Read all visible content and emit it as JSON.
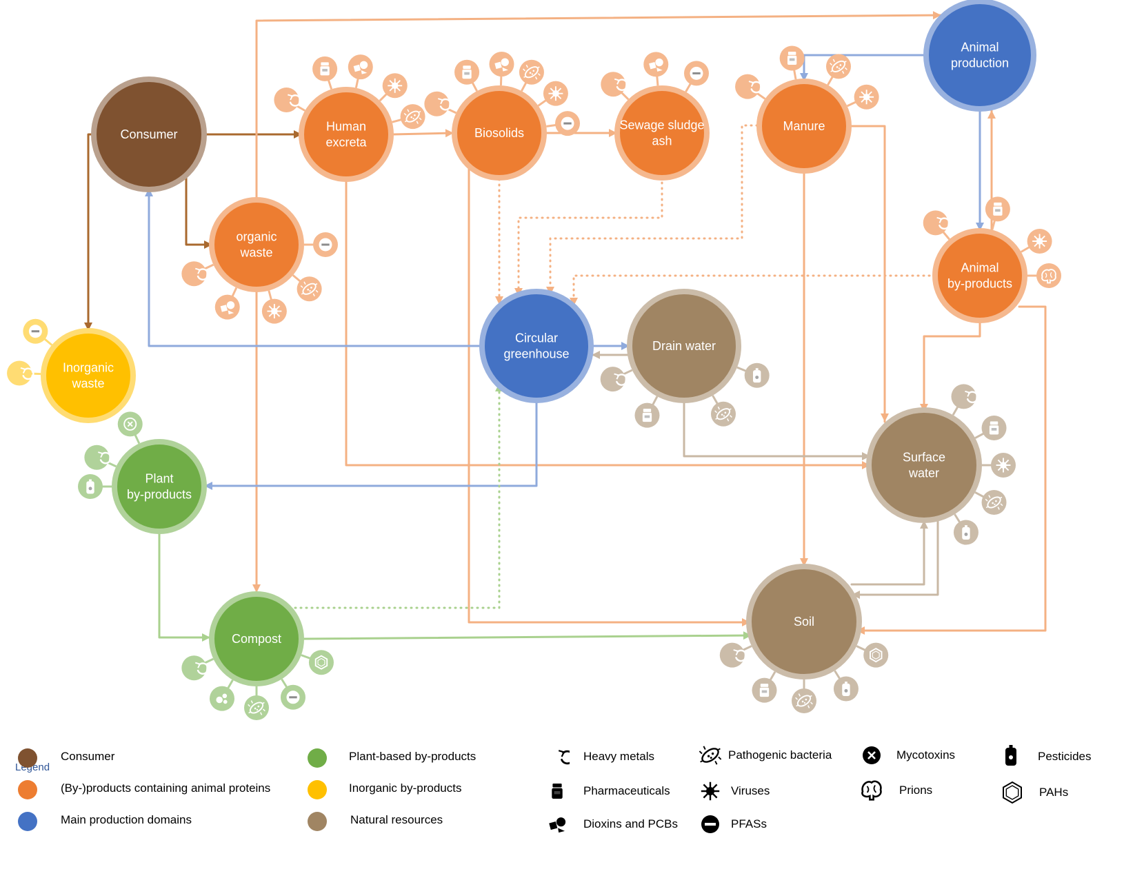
{
  "colors": {
    "consumer": "#7f5230",
    "animal": "#ed7d31",
    "main": "#4472c4",
    "plant": "#70ad47",
    "inorganic": "#ffc000",
    "natural": "#a08563",
    "arrow_orange": "#f4b183",
    "arrow_blue": "#8faadc",
    "arrow_brown": "#a9692e",
    "arrow_green": "#a9d18e",
    "arrow_tan": "#c9b8a4"
  },
  "nodes": {
    "consumer": "Consumer",
    "human_excreta": "Human excreta",
    "biosolids": "Biosolids",
    "sewage_sludge_ash": "Sewage sludge ash",
    "manure": "Manure",
    "animal_production": "Animal production",
    "organic_waste": "organic waste",
    "animal_by_products": "Animal by-products",
    "inorganic_waste": "Inorganic waste",
    "circular_greenhouse": "Circular greenhouse",
    "drain_water": "Drain water",
    "plant_by_products": "Plant by-products",
    "surface_water": "Surface water",
    "compost": "Compost",
    "soil": "Soil"
  },
  "legend": {
    "title": "Legend",
    "categories": [
      {
        "label": "Consumer",
        "color": "#7f5230"
      },
      {
        "label": "(By-)products containing animal proteins",
        "color": "#ed7d31"
      },
      {
        "label": "Main production domains",
        "color": "#4472c4"
      },
      {
        "label": "Plant-based by-products",
        "color": "#70ad47"
      },
      {
        "label": "Inorganic by-products",
        "color": "#ffc000"
      },
      {
        "label": "Natural resources",
        "color": "#a08563"
      }
    ],
    "contaminants": [
      {
        "label": "Heavy metals",
        "icon": "heavy-metals-icon"
      },
      {
        "label": "Pharmaceuticals",
        "icon": "pharmaceuticals-icon"
      },
      {
        "label": "Dioxins and PCBs",
        "icon": "dioxins-icon"
      },
      {
        "label": "Pathogenic bacteria",
        "icon": "bacteria-icon"
      },
      {
        "label": "Viruses",
        "icon": "virus-icon"
      },
      {
        "label": "PFASs",
        "icon": "pfas-icon"
      },
      {
        "label": "Mycotoxins",
        "icon": "mycotoxin-icon"
      },
      {
        "label": "Prions",
        "icon": "prion-icon"
      },
      {
        "label": "Pesticides",
        "icon": "pesticide-icon"
      },
      {
        "label": "PAHs",
        "icon": "pah-icon"
      }
    ]
  }
}
